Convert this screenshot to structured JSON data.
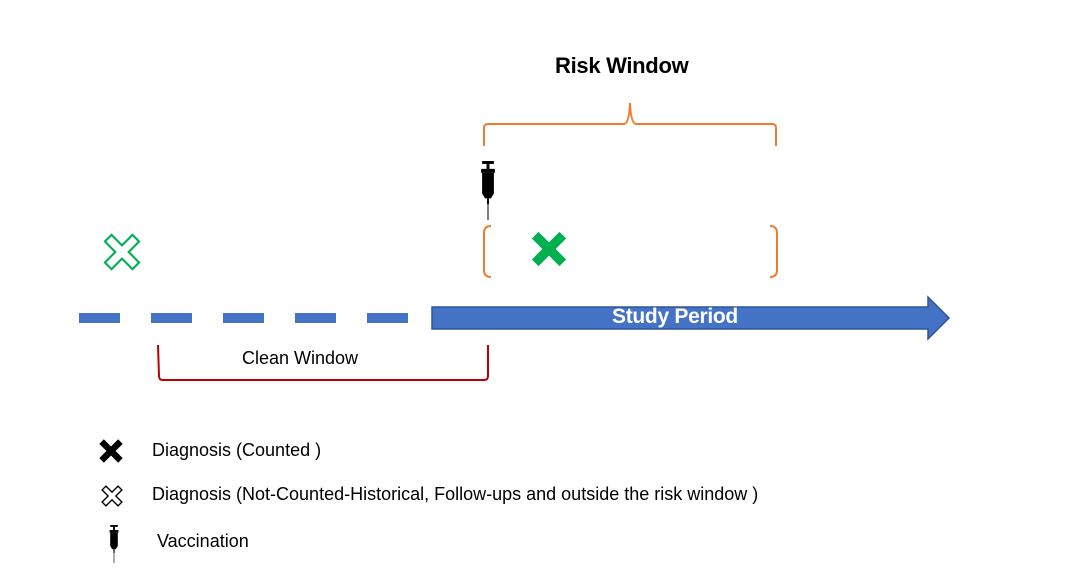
{
  "diagram": {
    "title": "Risk Window",
    "risk_window_label": "Risk Window",
    "clean_window_label": "Clean Window",
    "study_period_label": "Study Period",
    "timeline": {
      "pre_period_style": "dashed",
      "study_period_style": "solid-arrow"
    },
    "markers": [
      {
        "type": "diagnosis-not-counted",
        "icon": "outlined-x-icon",
        "location": "before study period"
      },
      {
        "type": "vaccination",
        "icon": "syringe-icon",
        "location": "start of risk window"
      },
      {
        "type": "diagnosis-counted",
        "icon": "filled-x-icon",
        "location": "inside risk window"
      }
    ],
    "colors": {
      "timeline_blue": "#4472c4",
      "risk_window_orange": "#ed7d31",
      "clean_window_red": "#c00000",
      "diagnosis_green": "#00b050",
      "icon_black": "#000000"
    }
  },
  "legend": {
    "items": [
      {
        "icon": "filled-x-icon",
        "label": "Diagnosis (Counted )"
      },
      {
        "icon": "outlined-x-icon",
        "label": "Diagnosis (Not-Counted-Historical, Follow-ups and outside the risk window )"
      },
      {
        "icon": "syringe-icon",
        "label": "Vaccination"
      }
    ]
  }
}
